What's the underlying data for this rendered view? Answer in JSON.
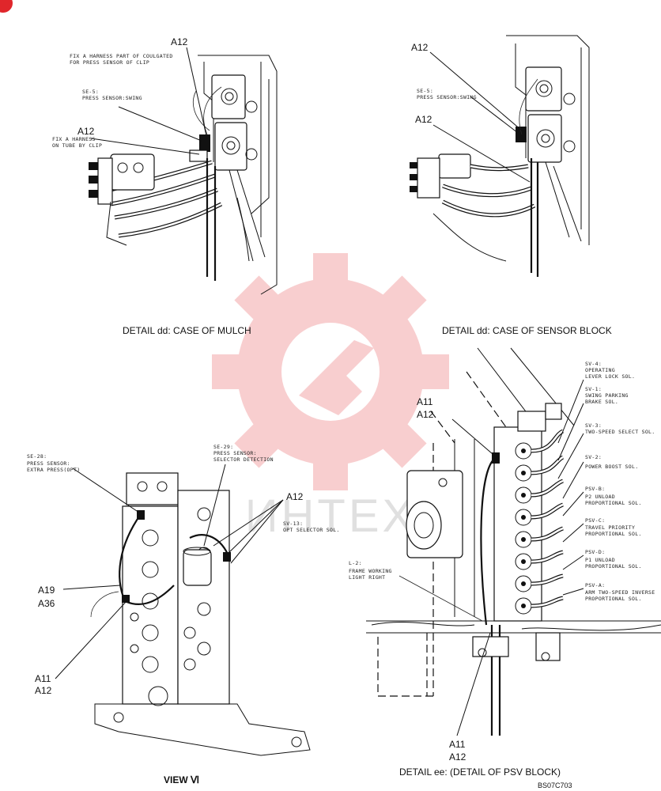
{
  "labels": {
    "mulch_a12_top": "A12",
    "mulch_note_top": "FIX A HARNESS PART OF COULGATED\nFOR PRESS SENSOR OF CLIP",
    "mulch_se5": "SE-5:\nPRESS SENSOR:SWING",
    "mulch_a12_mid": "A12",
    "mulch_note_mid": "FIX A HARNESS\nON TUBE BY CLIP",
    "sensor_a12_top": "A12",
    "sensor_se5": "SE-5:\nPRESS SENSOR:SWING",
    "sensor_a12_mid": "A12",
    "se28": "SE-28:\nPRESS SENSOR:\nEXTRA PRESS(OPT)",
    "se29": "SE-29:\nPRESS SENSOR:\nSELECTOR DETECTION",
    "view_a12": "A12",
    "sv13": "SV-13:\nOPT SELECTOR SOL.",
    "a19": "A19",
    "a36": "A36",
    "view_a11": "A11",
    "view_a12_bottom": "A12",
    "psv_a11": "A11",
    "psv_a12": "A12",
    "sv4": "SV-4:\nOPERATING\nLEVER LOCK SOL.",
    "sv1": "SV-1:\nSWING PARKING\nBRAKE SOL.",
    "sv3": "SV-3:\nTWO-SPEED SELECT SOL.",
    "sv2": "SV-2:\nPOWER BOOST SOL.",
    "psvb": "PSV-B:\nP2 UNLOAD\nPROPORTIONAL SOL.",
    "psvc": "PSV-C:\nTRAVEL PRIORITY\nPROPORTIONAL SOL.",
    "psvd": "PSV-D:\nP1 UNLOAD\nPROPORTIONAL SOL.",
    "psva": "PSV-A:\nARM TWO-SPEED INVERSE\nPROPORTIONAL SOL.",
    "l2": "L-2:\nFRAME WORKING\nLIGHT RIGHT",
    "psv_a11_bottom": "A11",
    "psv_a12_bottom": "A12"
  },
  "captions": {
    "detail_mulch": "DETAIL dd: CASE OF MULCH",
    "detail_sensor": "DETAIL dd: CASE OF SENSOR BLOCK",
    "view_vi": "VIEW Ⅵ",
    "detail_ee": "DETAIL ee: (DETAIL OF PSV BLOCK)"
  },
  "figure_code": "BS07C703",
  "watermark_text": "ИНТЕХ",
  "colors": {
    "watermark": "#e0262b",
    "line": "#111111"
  }
}
